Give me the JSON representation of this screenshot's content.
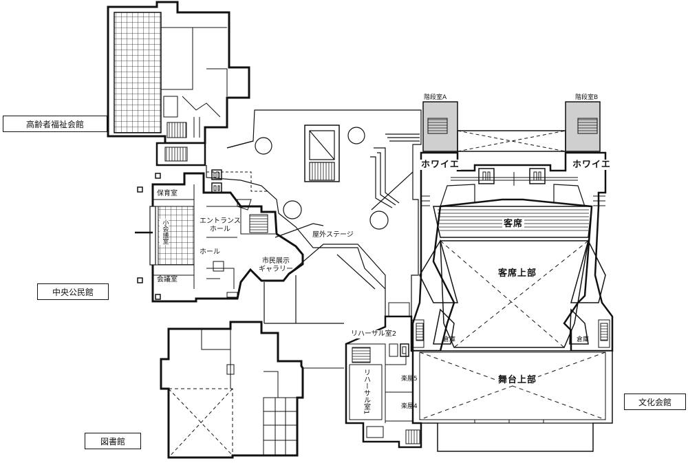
{
  "buildings": {
    "elderly": "高齢者福祉会館",
    "community": "中央公民館",
    "library": "図書館",
    "culture": "文化会館"
  },
  "rooms": {
    "stair_a": "階段室A",
    "stair_b": "階段室B",
    "foyer_left": "ホワイエ",
    "foyer_right": "ホワイエ",
    "seating": "客席",
    "upper_seating": "客席上部",
    "upper_stage": "舞台上部",
    "outdoor_stage": "屋外ステージ",
    "entrance_hall": "エントランス\nホール",
    "hall": "ホール",
    "citizen_gallery": "市民展示\nギャラリー",
    "nursery": "保育室",
    "small_meeting": "小会議室",
    "meeting": "会議室",
    "rehearsal_2": "リハーサル室2",
    "rehearsal_1": "リハーサル室1",
    "dressing_5": "楽屋5",
    "dressing_4": "楽屋4",
    "storage_left": "倉庫",
    "storage_right": "倉庫"
  }
}
